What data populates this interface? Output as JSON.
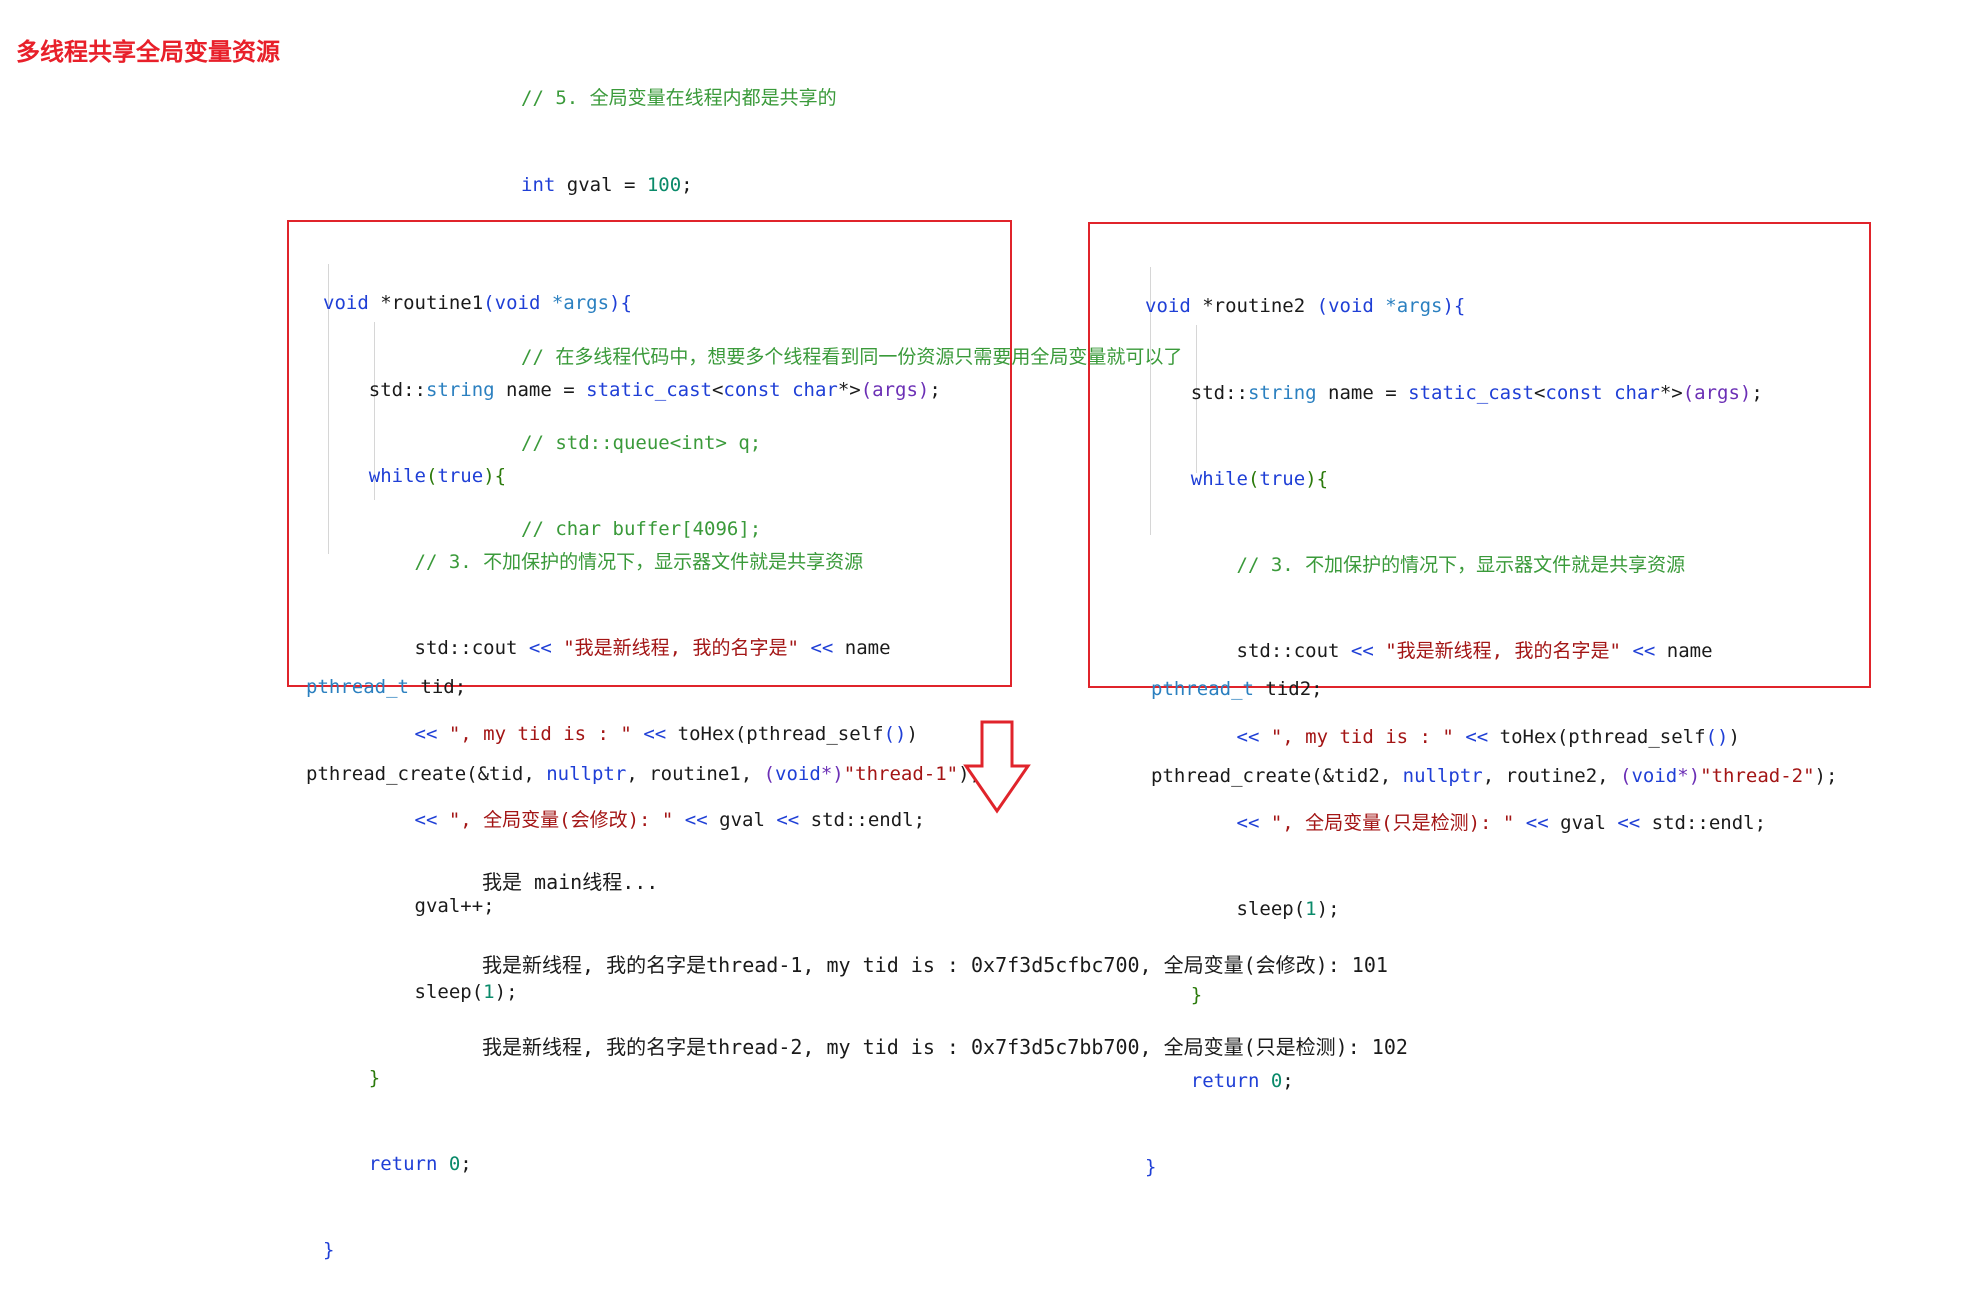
{
  "title": "多线程共享全局变量资源",
  "top_code": {
    "l1": "// 5. 全局变量在线程内都是共享的",
    "l2_type": "int",
    "l2_rest": " gval = ",
    "l2_num": "100",
    "l2_end": ";",
    "l4": "// 在多线程代码中，想要多个线程看到同一份资源只需要用全局变量就可以了",
    "l5": "// std::queue<int> q;",
    "l6": "// char buffer[4096];"
  },
  "left_code": {
    "sig_void": "void",
    "sig_star": " *",
    "sig_name": "routine1",
    "sig_paren": "(",
    "sig_void2": "void",
    "sig_args": " *args",
    "sig_close": "){",
    "l2_ns": "std::",
    "l2_type": "string",
    "l2_mid": " name = ",
    "l2_cast": "static_cast",
    "l2_lt": "<",
    "l2_const": "const",
    "l2_sp": " ",
    "l2_char": "char",
    "l2_tail1": "*>",
    "l2_tail2": "(args)",
    "l2_semi": ";",
    "l3_while": "while",
    "l3_open": "(",
    "l3_true": "true",
    "l3_close": "){",
    "l4_comment": "// 3. 不加保护的情况下，显示器文件就是共享资源",
    "l5_cout": "std::cout ",
    "l5_op": "<<",
    "l5_str": " \"我是新线程, 我的名字是\" ",
    "l5_op2": "<<",
    "l5_name": " name",
    "l6_op": "<<",
    "l6_str": " \", my tid is : \" ",
    "l6_op2": "<<",
    "l6_fn": " toHex",
    "l6_p1": "(",
    "l6_self": "pthread_self",
    "l6_p2": "()",
    "l6_p3": ")",
    "l7_op": "<<",
    "l7_str": " \", 全局变量(会修改): \" ",
    "l7_op2": "<<",
    "l7_g": " gval ",
    "l7_op3": "<<",
    "l7_endl": " std::endl;",
    "l8": "gval++;",
    "l9_fn": "sleep",
    "l9_p": "(",
    "l9_num": "1",
    "l9_end": ");",
    "l10": "}",
    "l11_ret": "return",
    "l11_num": " 0",
    "l11_end": ";",
    "l12": "}",
    "decl_type": "pthread_t",
    "decl_rest": " tid;",
    "create_fn": "pthread_create",
    "create_a": "(&tid, ",
    "create_null": "nullptr",
    "create_b": ", routine1, ",
    "create_c": "(",
    "create_void": "void",
    "create_d": "*)",
    "create_str": "\"thread-1\"",
    "create_e": ");"
  },
  "right_code": {
    "sig_void": "void",
    "sig_star": " *",
    "sig_name": "routine2 ",
    "sig_paren": "(",
    "sig_void2": "void",
    "sig_args": " *args",
    "sig_close": "){",
    "l7_str": " \", 全局变量(只是检测): \" ",
    "decl_type": "pthread_t",
    "decl_rest": " tid2;",
    "create_a": "(&tid2, ",
    "create_b": ", routine2, ",
    "create_str": "\"thread-2\""
  },
  "output": {
    "l1": "我是 main线程...",
    "l2": "我是新线程, 我的名字是thread-1, my tid is : 0x7f3d5cfbc700, 全局变量(会修改): 101",
    "l3": "我是新线程, 我的名字是thread-2, my tid is : 0x7f3d5c7bb700, 全局变量(只是检测): 102"
  },
  "colors": {
    "accent": "#e0242b",
    "comment": "#3a9a3a",
    "keyword": "#1f3fd6",
    "string": "#a31515"
  }
}
